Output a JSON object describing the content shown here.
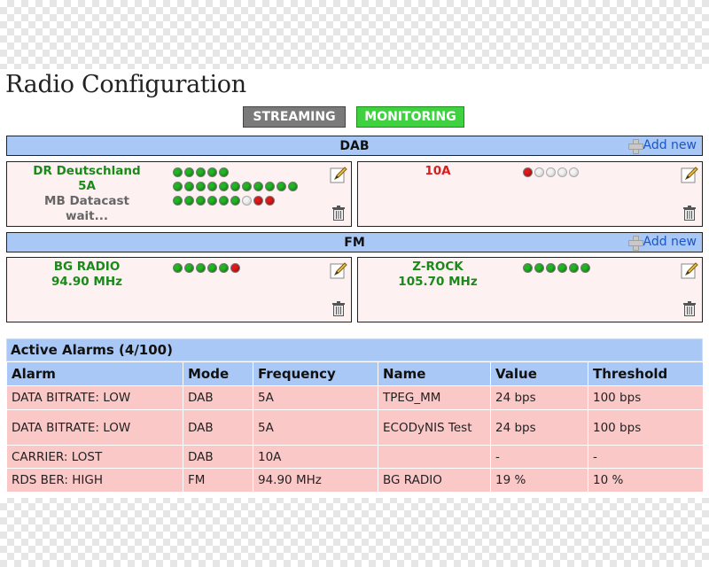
{
  "page": {
    "title": "Radio Configuration"
  },
  "modes": {
    "streaming": "STREAMING",
    "monitoring": "MONITORING"
  },
  "dab": {
    "label": "DAB",
    "add_new": "Add new",
    "stations": [
      {
        "lines": [
          "DR Deutschland",
          "5A",
          "MB Datacast",
          "wait..."
        ],
        "dot_rows": [
          [
            "g",
            "g",
            "g",
            "g",
            "g"
          ],
          [
            "g",
            "g",
            "g",
            "g",
            "g",
            "g",
            "g",
            "g",
            "g",
            "g",
            "g"
          ],
          [
            "g",
            "g",
            "g",
            "g",
            "g",
            "g",
            "w",
            "r",
            "r"
          ]
        ]
      },
      {
        "lines": [
          "10A"
        ],
        "dot_rows": [
          [
            "r",
            "w",
            "w",
            "w",
            "w"
          ]
        ]
      }
    ]
  },
  "fm": {
    "label": "FM",
    "add_new": "Add new",
    "stations": [
      {
        "lines": [
          "BG RADIO",
          "94.90 MHz"
        ],
        "dot_rows": [
          [
            "g",
            "g",
            "g",
            "g",
            "g",
            "r"
          ]
        ]
      },
      {
        "lines": [
          "Z-ROCK",
          "105.70 MHz"
        ],
        "dot_rows": [
          [
            "g",
            "g",
            "g",
            "g",
            "g",
            "g"
          ]
        ]
      }
    ]
  },
  "alarms": {
    "title": "Active Alarms (4/100)",
    "columns": [
      "Alarm",
      "Mode",
      "Frequency",
      "Name",
      "Value",
      "Threshold"
    ],
    "rows": [
      [
        "DATA BITRATE: LOW",
        "DAB",
        "5A",
        "TPEG_MM",
        "24 bps",
        "100 bps"
      ],
      [
        "DATA BITRATE: LOW",
        "DAB",
        "5A",
        "ECODyNIS Test",
        "24 bps",
        "100 bps"
      ],
      [
        "CARRIER: LOST",
        "DAB",
        "10A",
        "",
        "-",
        "-"
      ],
      [
        "RDS BER: HIGH",
        "FM",
        "94.90 MHz",
        "BG RADIO",
        "19 %",
        "10 %"
      ]
    ]
  },
  "colors": {
    "accent_blue": "#a9c8f5",
    "ok_green": "#22b522",
    "alarm_red": "#e01818",
    "alarm_row": "#fbc8c8"
  }
}
